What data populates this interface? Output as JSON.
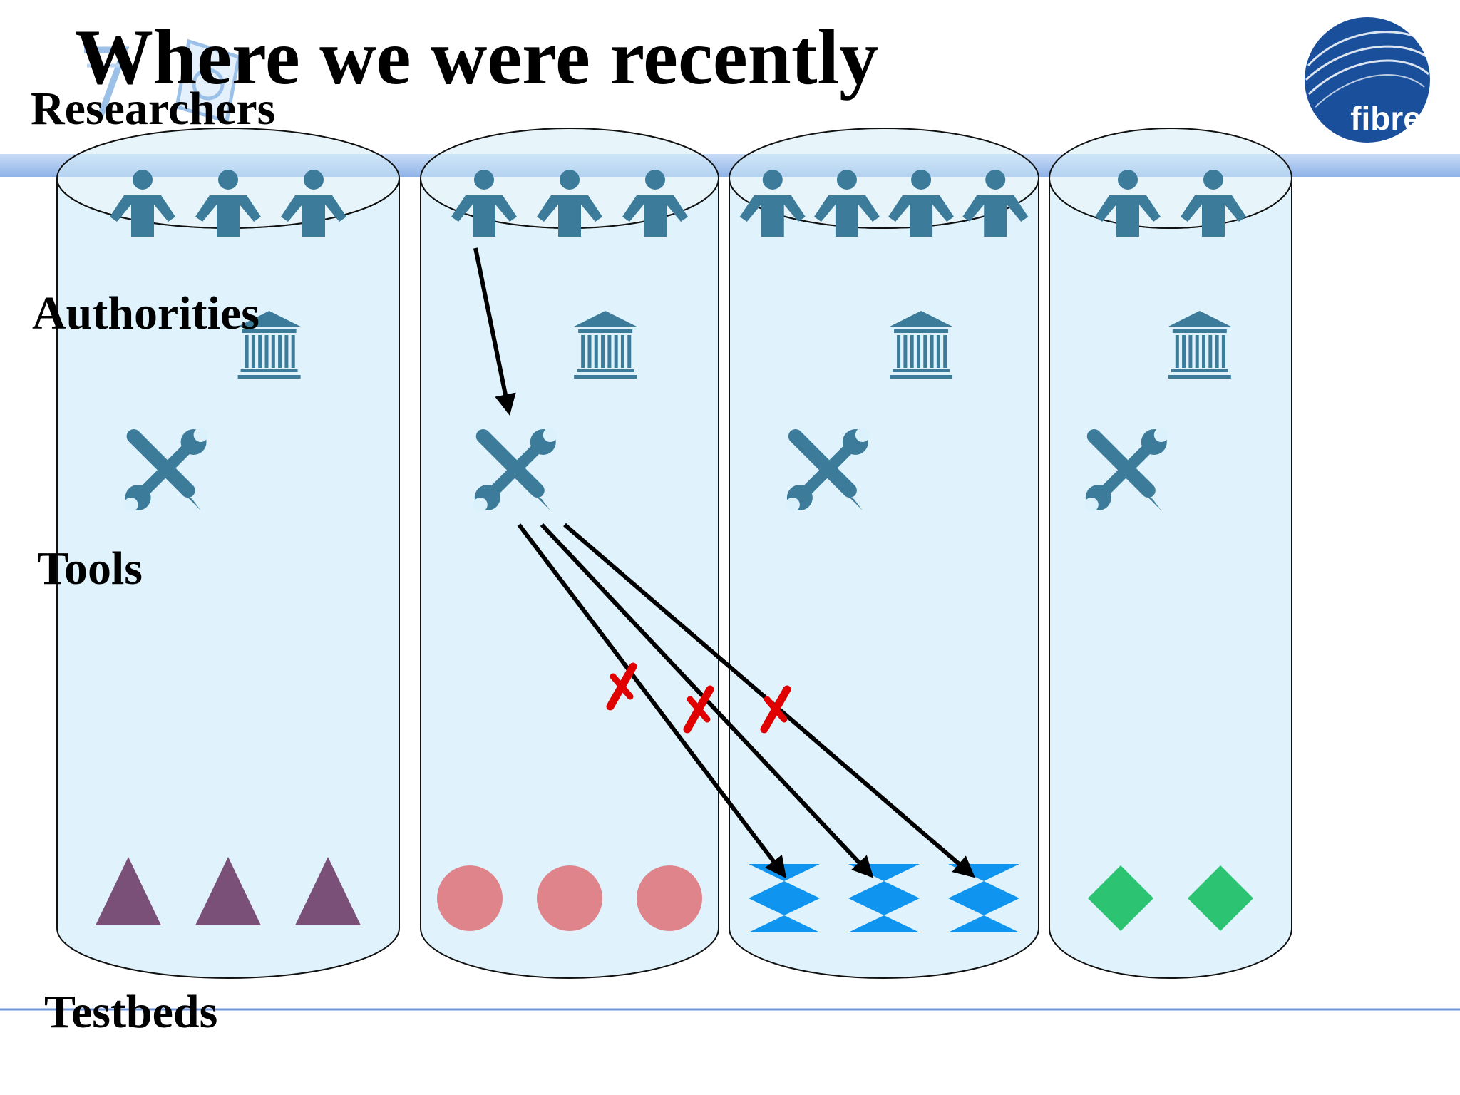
{
  "title": "Where we were recently",
  "logo": {
    "text": "fibre",
    "color": "#1a4f9c"
  },
  "layers": {
    "researchers": "Researchers",
    "authorities": "Authorities",
    "tools": "Tools",
    "testbeds": "Testbeds"
  },
  "columns": [
    {
      "researchers": 3,
      "testbed_shape": "triangle",
      "testbed_count": 3,
      "testbed_color": "#7b5078"
    },
    {
      "researchers": 3,
      "testbed_shape": "circle",
      "testbed_count": 3,
      "testbed_color": "#e0848c"
    },
    {
      "researchers": 4,
      "testbed_shape": "bowtie",
      "testbed_count": 3,
      "testbed_color": "#0f94f0"
    },
    {
      "researchers": 2,
      "testbed_shape": "diamond",
      "testbed_count": 2,
      "testbed_color": "#2cc472"
    }
  ],
  "failed_links": 3,
  "colors": {
    "cylinder_fill": "#dbf1fb",
    "icon": "#3c7b9a",
    "band": "#a9c6ee",
    "cross": "#e00000"
  }
}
